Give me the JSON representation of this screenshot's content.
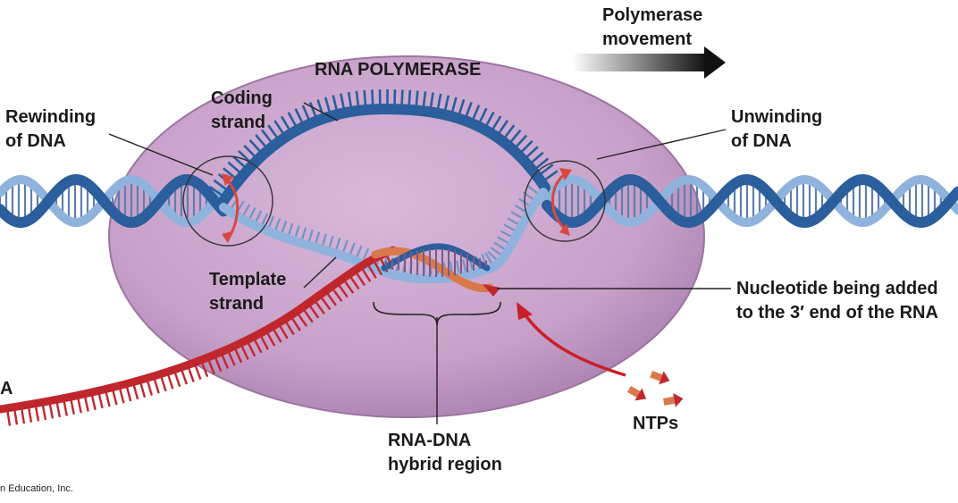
{
  "labels": {
    "polymerase_movement": [
      "Polymerase",
      "movement"
    ],
    "rna_polymerase": "RNA POLYMERASE",
    "coding_strand": [
      "Coding",
      "strand"
    ],
    "rewinding": [
      "Rewinding",
      "of DNA"
    ],
    "unwinding": [
      "Unwinding",
      "of DNA"
    ],
    "template_strand": [
      "Template",
      "strand"
    ],
    "nucleotide_added": [
      "Nucleotide being added",
      "to the 3′ end of the RNA"
    ],
    "rna_cut": "A",
    "ntps": "NTPs",
    "hybrid_region": [
      "RNA-DNA",
      "hybrid region"
    ],
    "credit": "n Education, Inc."
  },
  "colors": {
    "polymerase_fill": "#c79fc9",
    "polymerase_dark": "#ad82b2",
    "dna_dark": "#2a5e9c",
    "dna_light": "#8fb3dd",
    "rna_red": "#c0272d",
    "hybrid_orange": "#d9784a",
    "arrow_red": "#c8202a"
  }
}
